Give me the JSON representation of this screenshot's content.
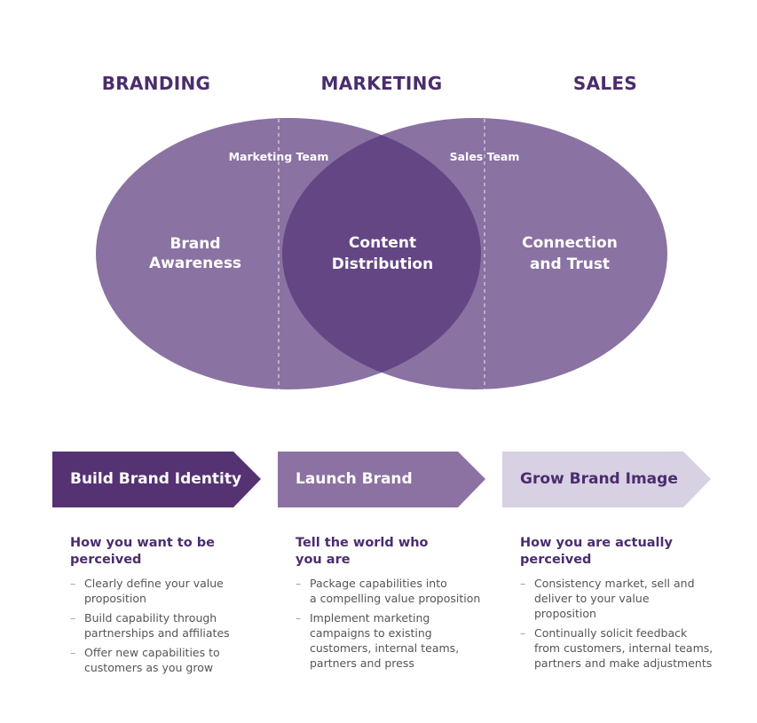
{
  "headings": {
    "branding": "BRANDING",
    "marketing": "MARKETING",
    "sales": "SALES"
  },
  "venn": {
    "left_label_line1": "Brand",
    "left_label_line2": "Awareness",
    "center_label_line1": "Content",
    "center_label_line2": "Distribution",
    "right_label_line1": "Connection",
    "right_label_line2": "and Trust",
    "marketing_team": "Marketing Team",
    "sales_team": "Sales Team"
  },
  "colors": {
    "circle": "#8a72a2",
    "overlap": "#634683",
    "dark": "#4a2d6e",
    "arrow1": "#553272",
    "arrow2": "#8b72a2",
    "arrow3": "#d8d0e3"
  },
  "steps": [
    {
      "label": "Build Brand Identity",
      "title_line1": "How you want to be",
      "title_line2": "perceived",
      "bullets": [
        [
          "Clearly define your value",
          "proposition"
        ],
        [
          "Build capability through",
          "partnerships and affiliates"
        ],
        [
          "Offer new capabilities to",
          "customers as you grow"
        ]
      ]
    },
    {
      "label": "Launch Brand",
      "title_line1": "Tell the world who",
      "title_line2": "you are",
      "bullets": [
        [
          "Package capabilities into",
          "a compelling value proposition"
        ],
        [
          "Implement marketing",
          "campaigns to existing",
          "customers, internal teams,",
          "partners and press"
        ]
      ]
    },
    {
      "label": "Grow Brand Image",
      "title_line1": "How you are actually",
      "title_line2": "perceived",
      "bullets": [
        [
          "Consistency market, sell and",
          "deliver to your value",
          "proposition"
        ],
        [
          "Continually solicit feedback",
          "from customers, internal teams,",
          "partners and make adjustments"
        ]
      ]
    }
  ],
  "bullet_dash": "–"
}
